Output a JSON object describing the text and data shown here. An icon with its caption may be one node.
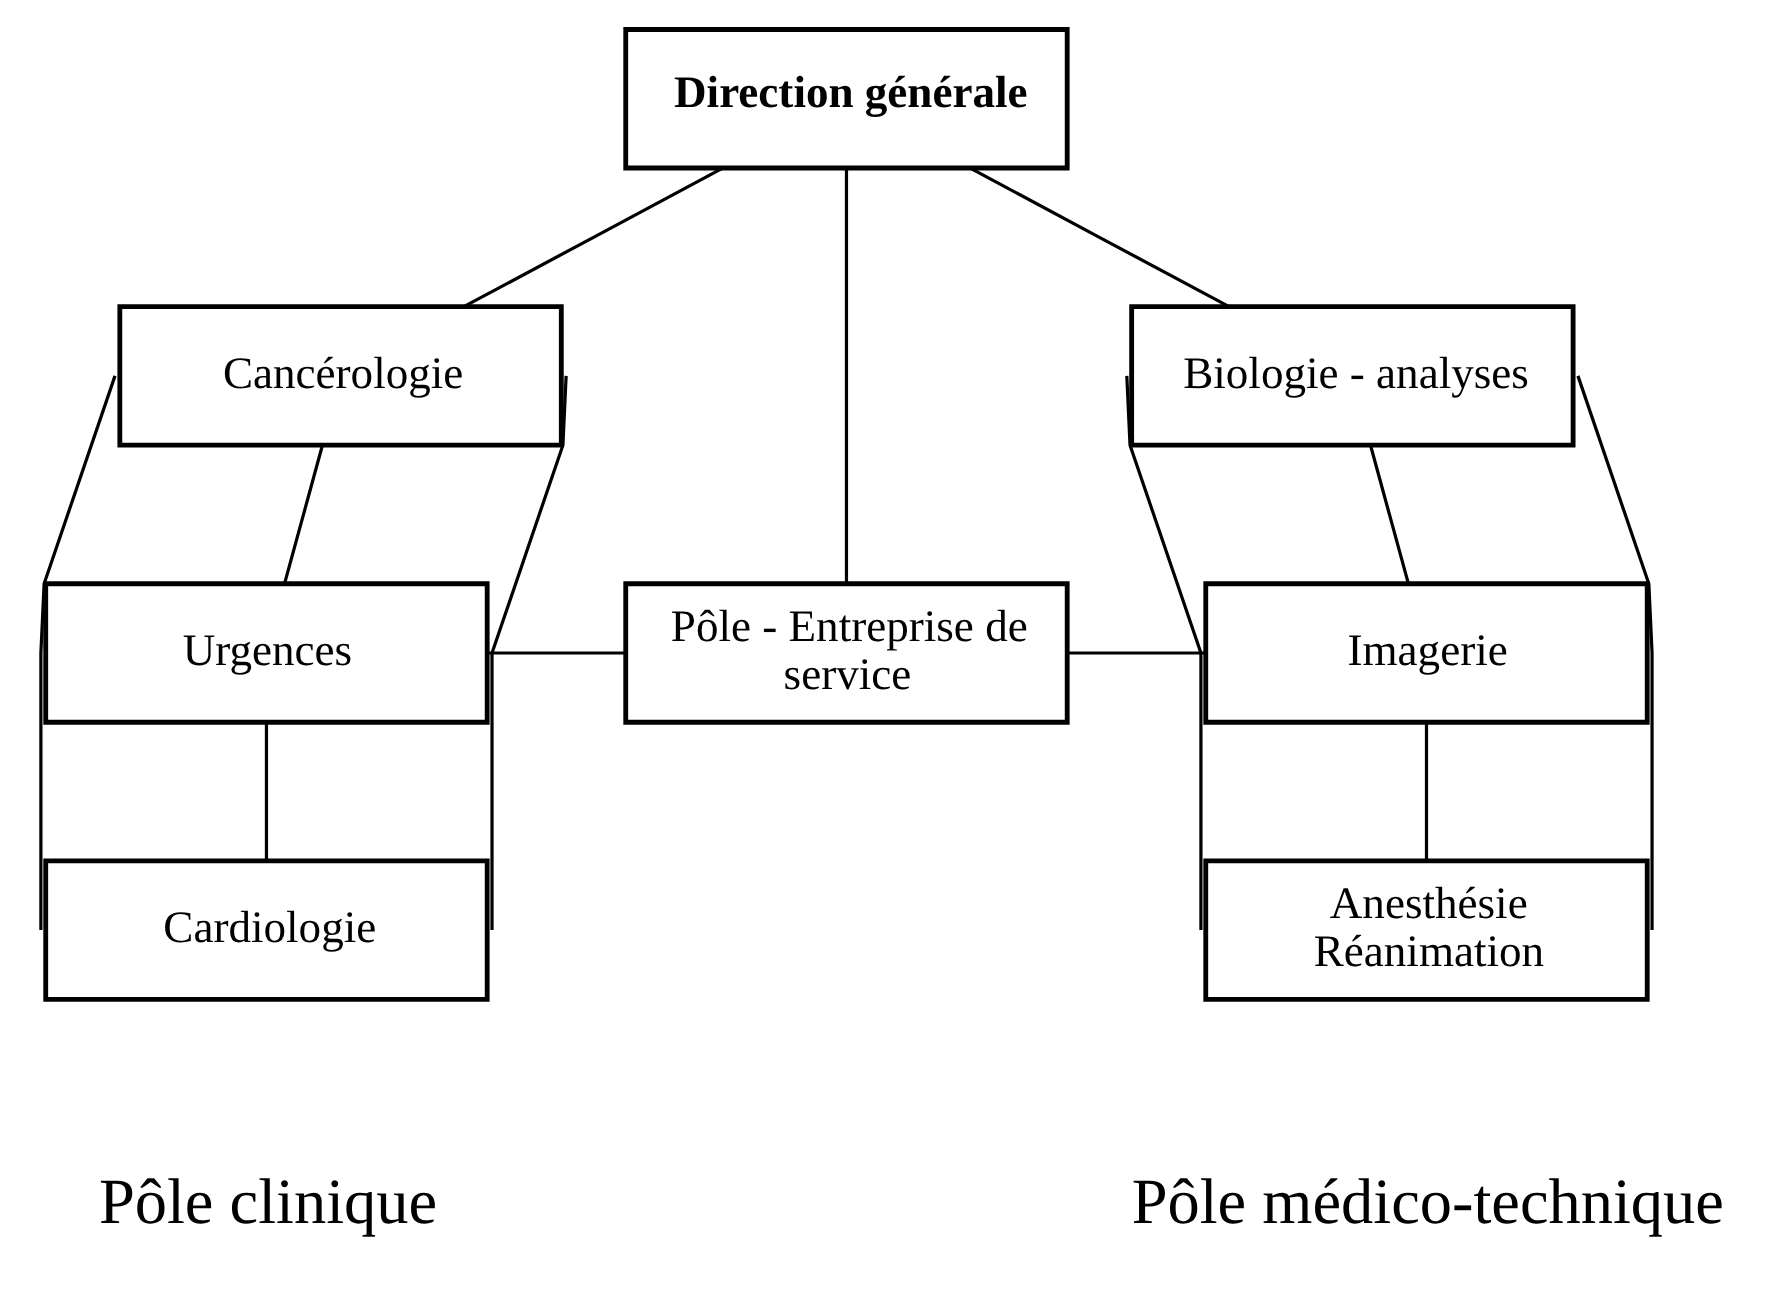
{
  "diagram": {
    "nodes": [
      {
        "text": [
          "Direction générale"
        ]
      },
      {
        "text": [
          "Cancérologie"
        ]
      },
      {
        "text": [
          "Urgences"
        ]
      },
      {
        "text": [
          "Cardiologie"
        ]
      },
      {
        "text": [
          "Pôle - Entreprise de service"
        ]
      },
      {
        "text": [
          "Biologie - analyses"
        ]
      },
      {
        "text": [
          "Imagerie"
        ]
      },
      {
        "text": [
          "Anesthésie Réanimation"
        ]
      }
    ],
    "edges": [
      {
        "from": 0,
        "to": 1,
        "arrow": "none"
      },
      {
        "from": 0,
        "to": 4,
        "arrow": "none"
      },
      {
        "from": 0,
        "to": 5,
        "arrow": "none"
      },
      {
        "from": 1,
        "to": 2,
        "arrow": "none"
      },
      {
        "from": 2,
        "to": 3,
        "arrow": "none"
      },
      {
        "from": 5,
        "to": 6,
        "arrow": "none"
      },
      {
        "from": 6,
        "to": 7,
        "arrow": "none"
      },
      {
        "from": 2,
        "to": 4,
        "arrow": "none"
      },
      {
        "from": 4,
        "to": 6,
        "arrow": "none"
      },
      {
        "from": 1,
        "to": 2,
        "arrow": "none"
      },
      {
        "from": 2,
        "to": 3,
        "arrow": "none"
      },
      {
        "from": 1,
        "to": 2,
        "arrow": "none"
      },
      {
        "from": 2,
        "to": 3,
        "arrow": "none"
      },
      {
        "from": 5,
        "to": 6,
        "arrow": "none"
      },
      {
        "from": 6,
        "to": 7,
        "arrow": "none"
      },
      {
        "from": 5,
        "to": 6,
        "arrow": "none"
      },
      {
        "from": 6,
        "to": 7,
        "arrow": "none"
      }
    ],
    "labels": [
      "Pôle clinique",
      "Pôle médico-technique"
    ]
  }
}
